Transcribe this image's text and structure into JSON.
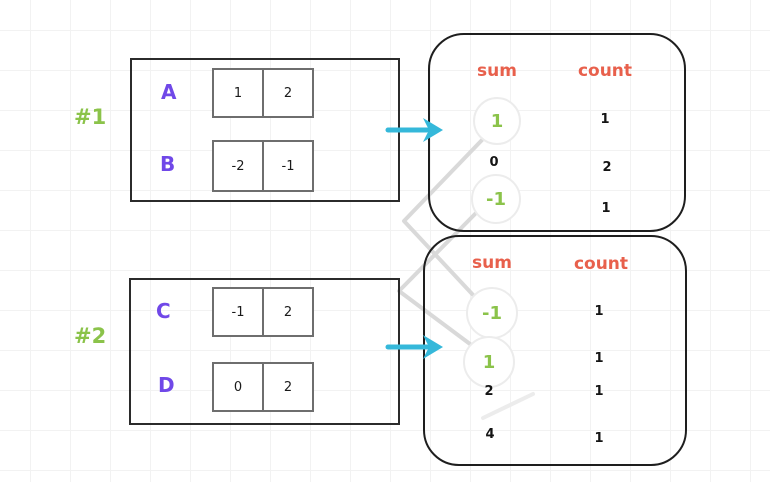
{
  "diagram": {
    "groups": [
      {
        "label": "#1",
        "arrays": [
          {
            "name": "A",
            "cells": [
              "1",
              "2"
            ]
          },
          {
            "name": "B",
            "cells": [
              "-2",
              "-1"
            ]
          }
        ]
      },
      {
        "label": "#2",
        "arrays": [
          {
            "name": "C",
            "cells": [
              "-1",
              "2"
            ]
          },
          {
            "name": "D",
            "cells": [
              "0",
              "2"
            ]
          }
        ]
      }
    ],
    "tables": [
      {
        "sum_header": "sum",
        "count_header": "count",
        "rows": [
          {
            "sum": "1",
            "count": "1",
            "highlighted": true
          },
          {
            "sum": "0",
            "count": "2",
            "highlighted": false
          },
          {
            "sum": "-1",
            "count": "1",
            "highlighted": true
          }
        ]
      },
      {
        "sum_header": "sum",
        "count_header": "count",
        "rows": [
          {
            "sum": "-1",
            "count": "1",
            "highlighted": true
          },
          {
            "sum": "1",
            "count": "1",
            "highlighted": true
          },
          {
            "sum": "2",
            "count": "1",
            "highlighted": false
          },
          {
            "sum": "4",
            "count": "1",
            "highlighted": false
          }
        ]
      }
    ],
    "colors": {
      "array_label": "#7048e8",
      "group_label": "#8bc34a",
      "table_header": "#e8604c",
      "highlight_value": "#8bc34a",
      "arrow": "#35b8da",
      "connector": "#d9d9d9",
      "box_border": "#2b2b2b",
      "cell_border": "#6e6e6e"
    }
  }
}
